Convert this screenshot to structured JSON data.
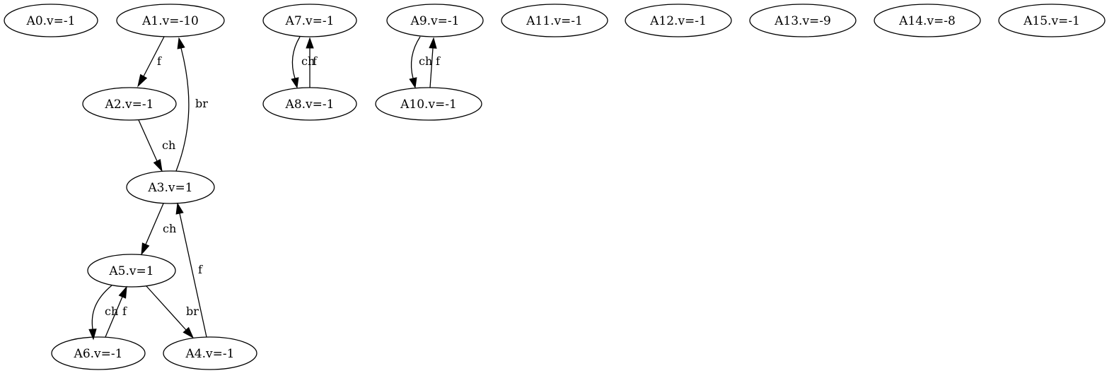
{
  "graph": {
    "nodes": [
      {
        "id": "A0",
        "label": "A0.v=-1"
      },
      {
        "id": "A1",
        "label": "A1.v=-10"
      },
      {
        "id": "A2",
        "label": "A2.v=-1"
      },
      {
        "id": "A3",
        "label": "A3.v=1"
      },
      {
        "id": "A4",
        "label": "A4.v=-1"
      },
      {
        "id": "A5",
        "label": "A5.v=1"
      },
      {
        "id": "A6",
        "label": "A6.v=-1"
      },
      {
        "id": "A7",
        "label": "A7.v=-1"
      },
      {
        "id": "A8",
        "label": "A8.v=-1"
      },
      {
        "id": "A9",
        "label": "A9.v=-1"
      },
      {
        "id": "A10",
        "label": "A10.v=-1"
      },
      {
        "id": "A11",
        "label": "A11.v=-1"
      },
      {
        "id": "A12",
        "label": "A12.v=-1"
      },
      {
        "id": "A13",
        "label": "A13.v=-9"
      },
      {
        "id": "A14",
        "label": "A14.v=-8"
      },
      {
        "id": "A15",
        "label": "A15.v=-1"
      }
    ],
    "edges": [
      {
        "from": "A1",
        "to": "A2",
        "label": "f"
      },
      {
        "from": "A2",
        "to": "A3",
        "label": "ch"
      },
      {
        "from": "A3",
        "to": "A1",
        "label": "br"
      },
      {
        "from": "A3",
        "to": "A5",
        "label": "ch"
      },
      {
        "from": "A4",
        "to": "A3",
        "label": "f"
      },
      {
        "from": "A5",
        "to": "A6",
        "label": "ch"
      },
      {
        "from": "A6",
        "to": "A5",
        "label": "f"
      },
      {
        "from": "A5",
        "to": "A4",
        "label": "br"
      },
      {
        "from": "A7",
        "to": "A8",
        "label": "ch"
      },
      {
        "from": "A8",
        "to": "A7",
        "label": "f"
      },
      {
        "from": "A9",
        "to": "A10",
        "label": "ch"
      },
      {
        "from": "A10",
        "to": "A9",
        "label": "f"
      }
    ]
  }
}
